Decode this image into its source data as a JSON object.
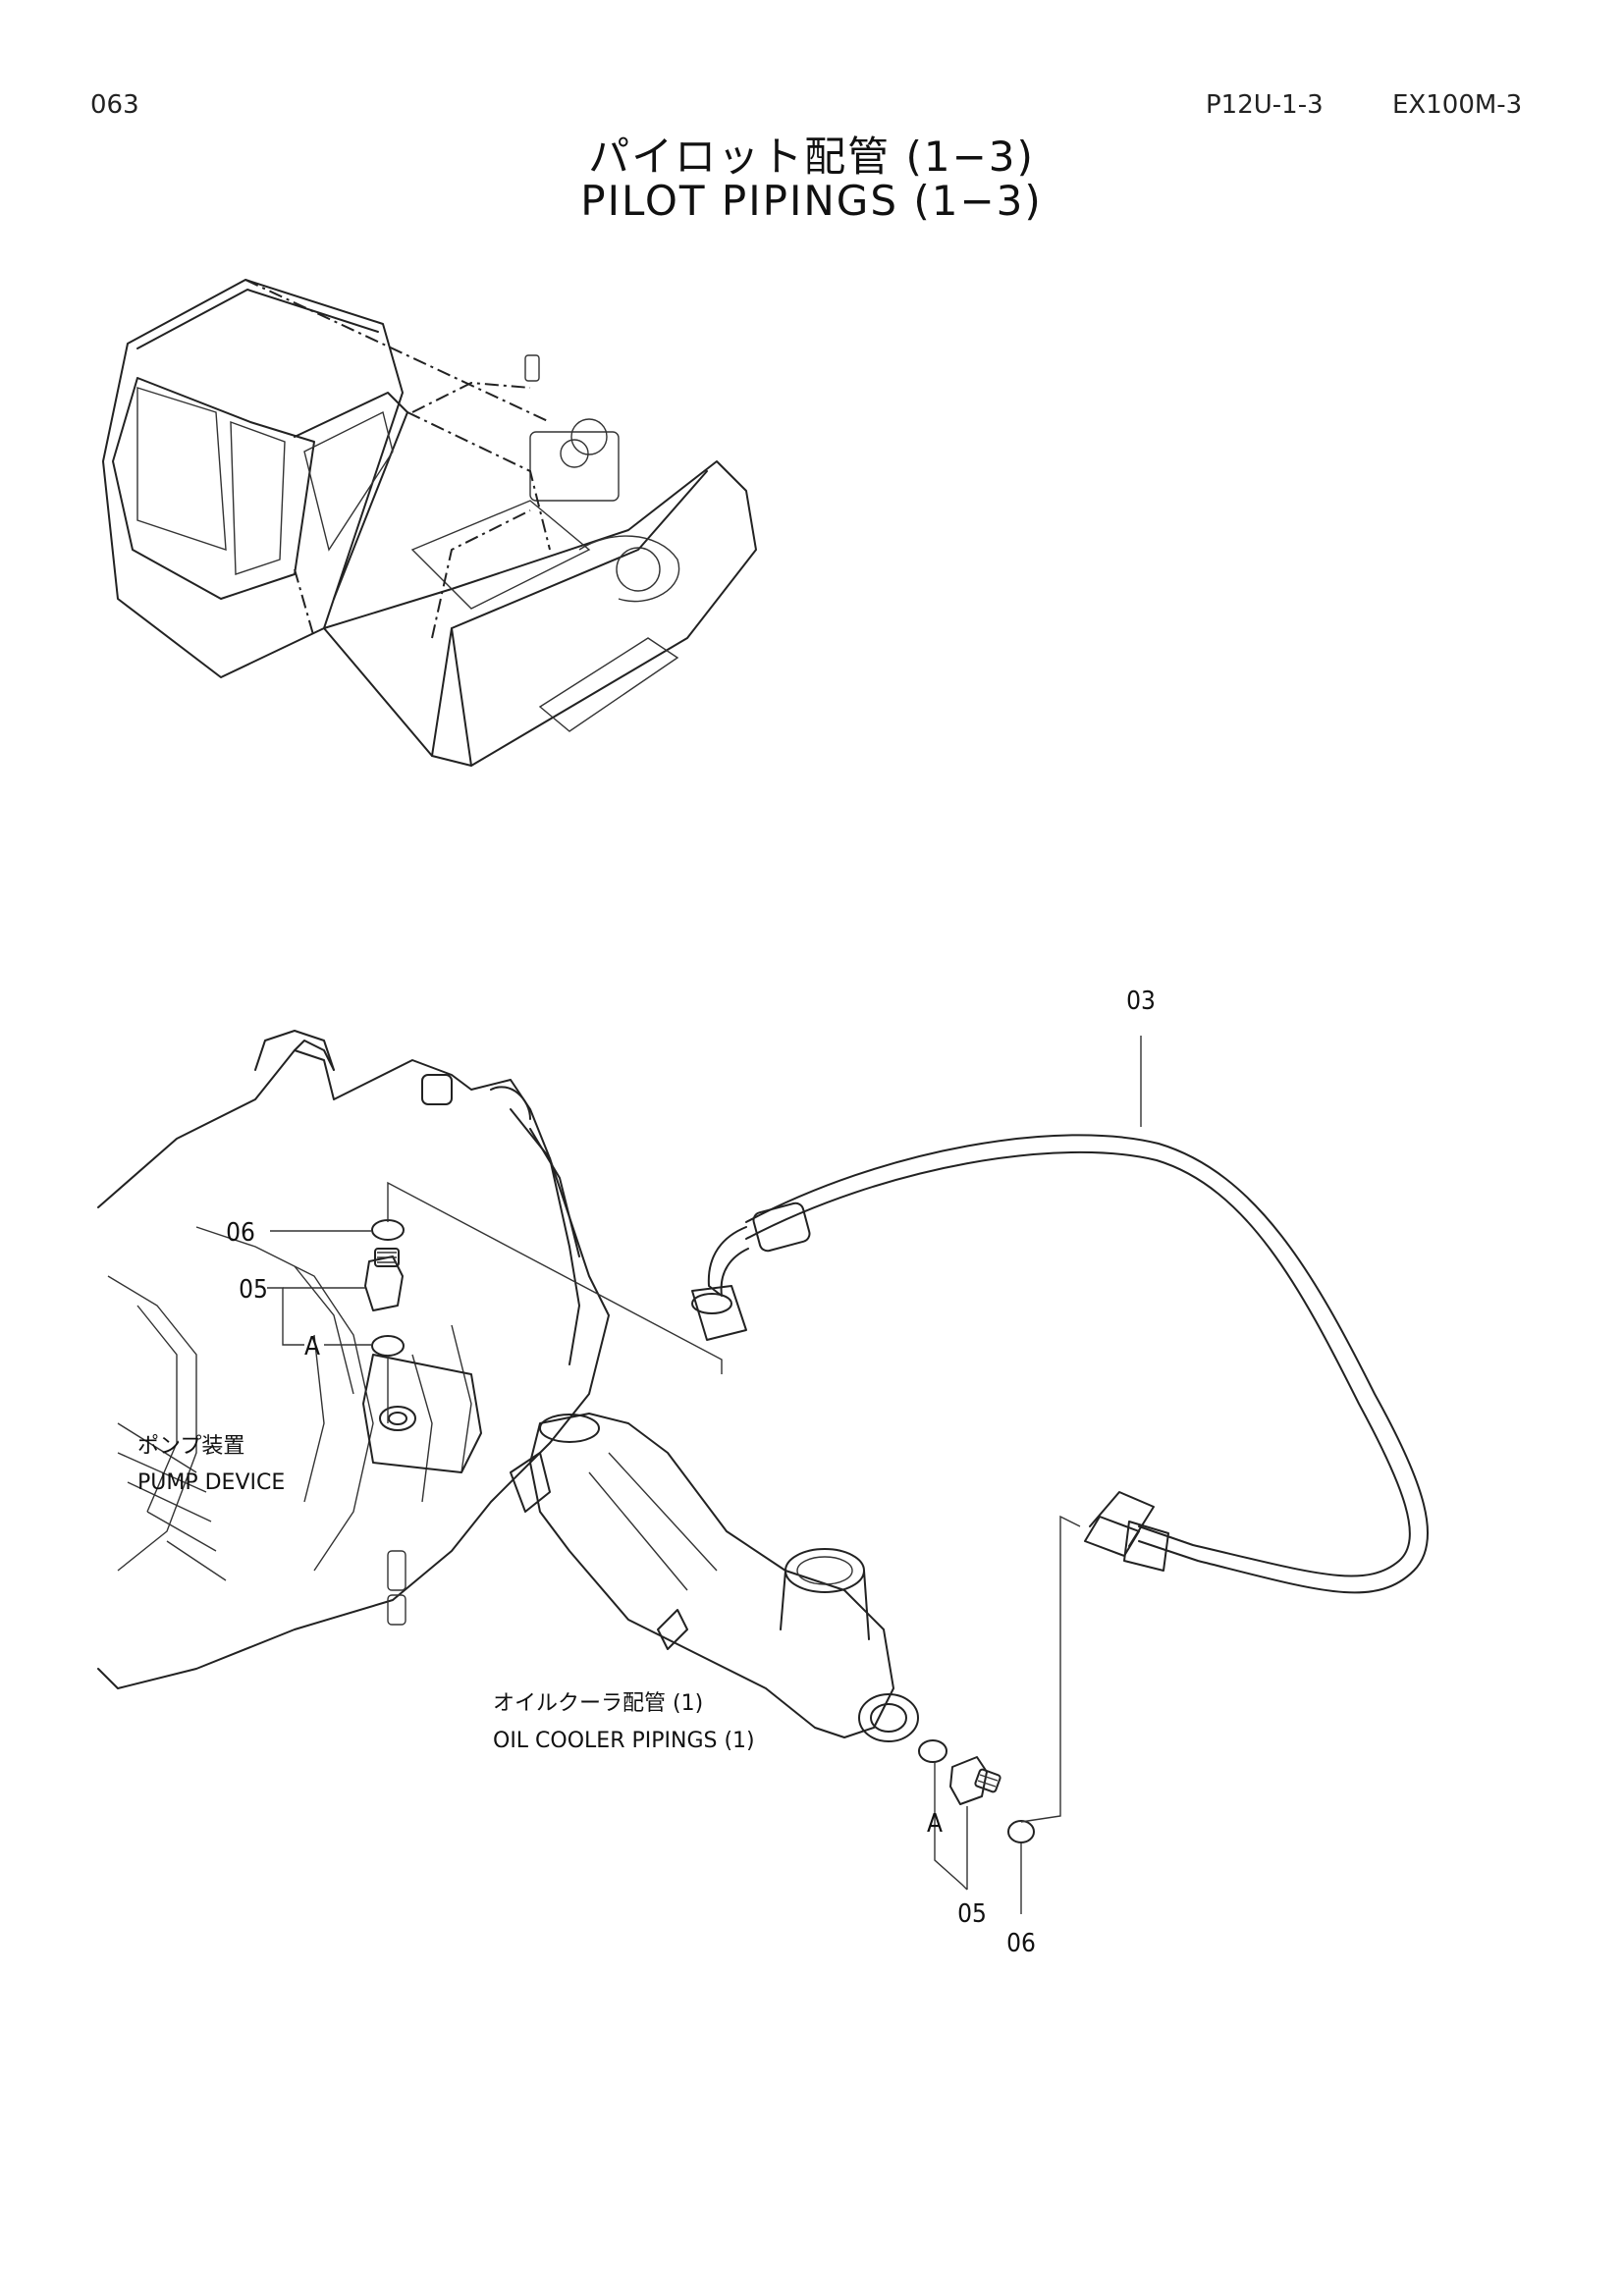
{
  "header": {
    "page_number": "063",
    "part_code": "P12U-1-3",
    "model": "EX100M-3"
  },
  "title": {
    "japanese": "パイロット配管 (1−3)",
    "english": "PILOT PIPINGS (1−3)"
  },
  "callouts": {
    "hose": "03",
    "oring_top": "06",
    "fitting_top": "05",
    "detail_a_top": "A",
    "detail_a_bottom": "A",
    "fitting_bottom": "05",
    "oring_bottom": "06"
  },
  "labels": {
    "pump_jp": "ポンプ装置",
    "pump_en": "PUMP DEVICE",
    "cooler_jp": "オイルクーラ配管 (1)",
    "cooler_en": "OIL COOLER PIPINGS (1)"
  }
}
